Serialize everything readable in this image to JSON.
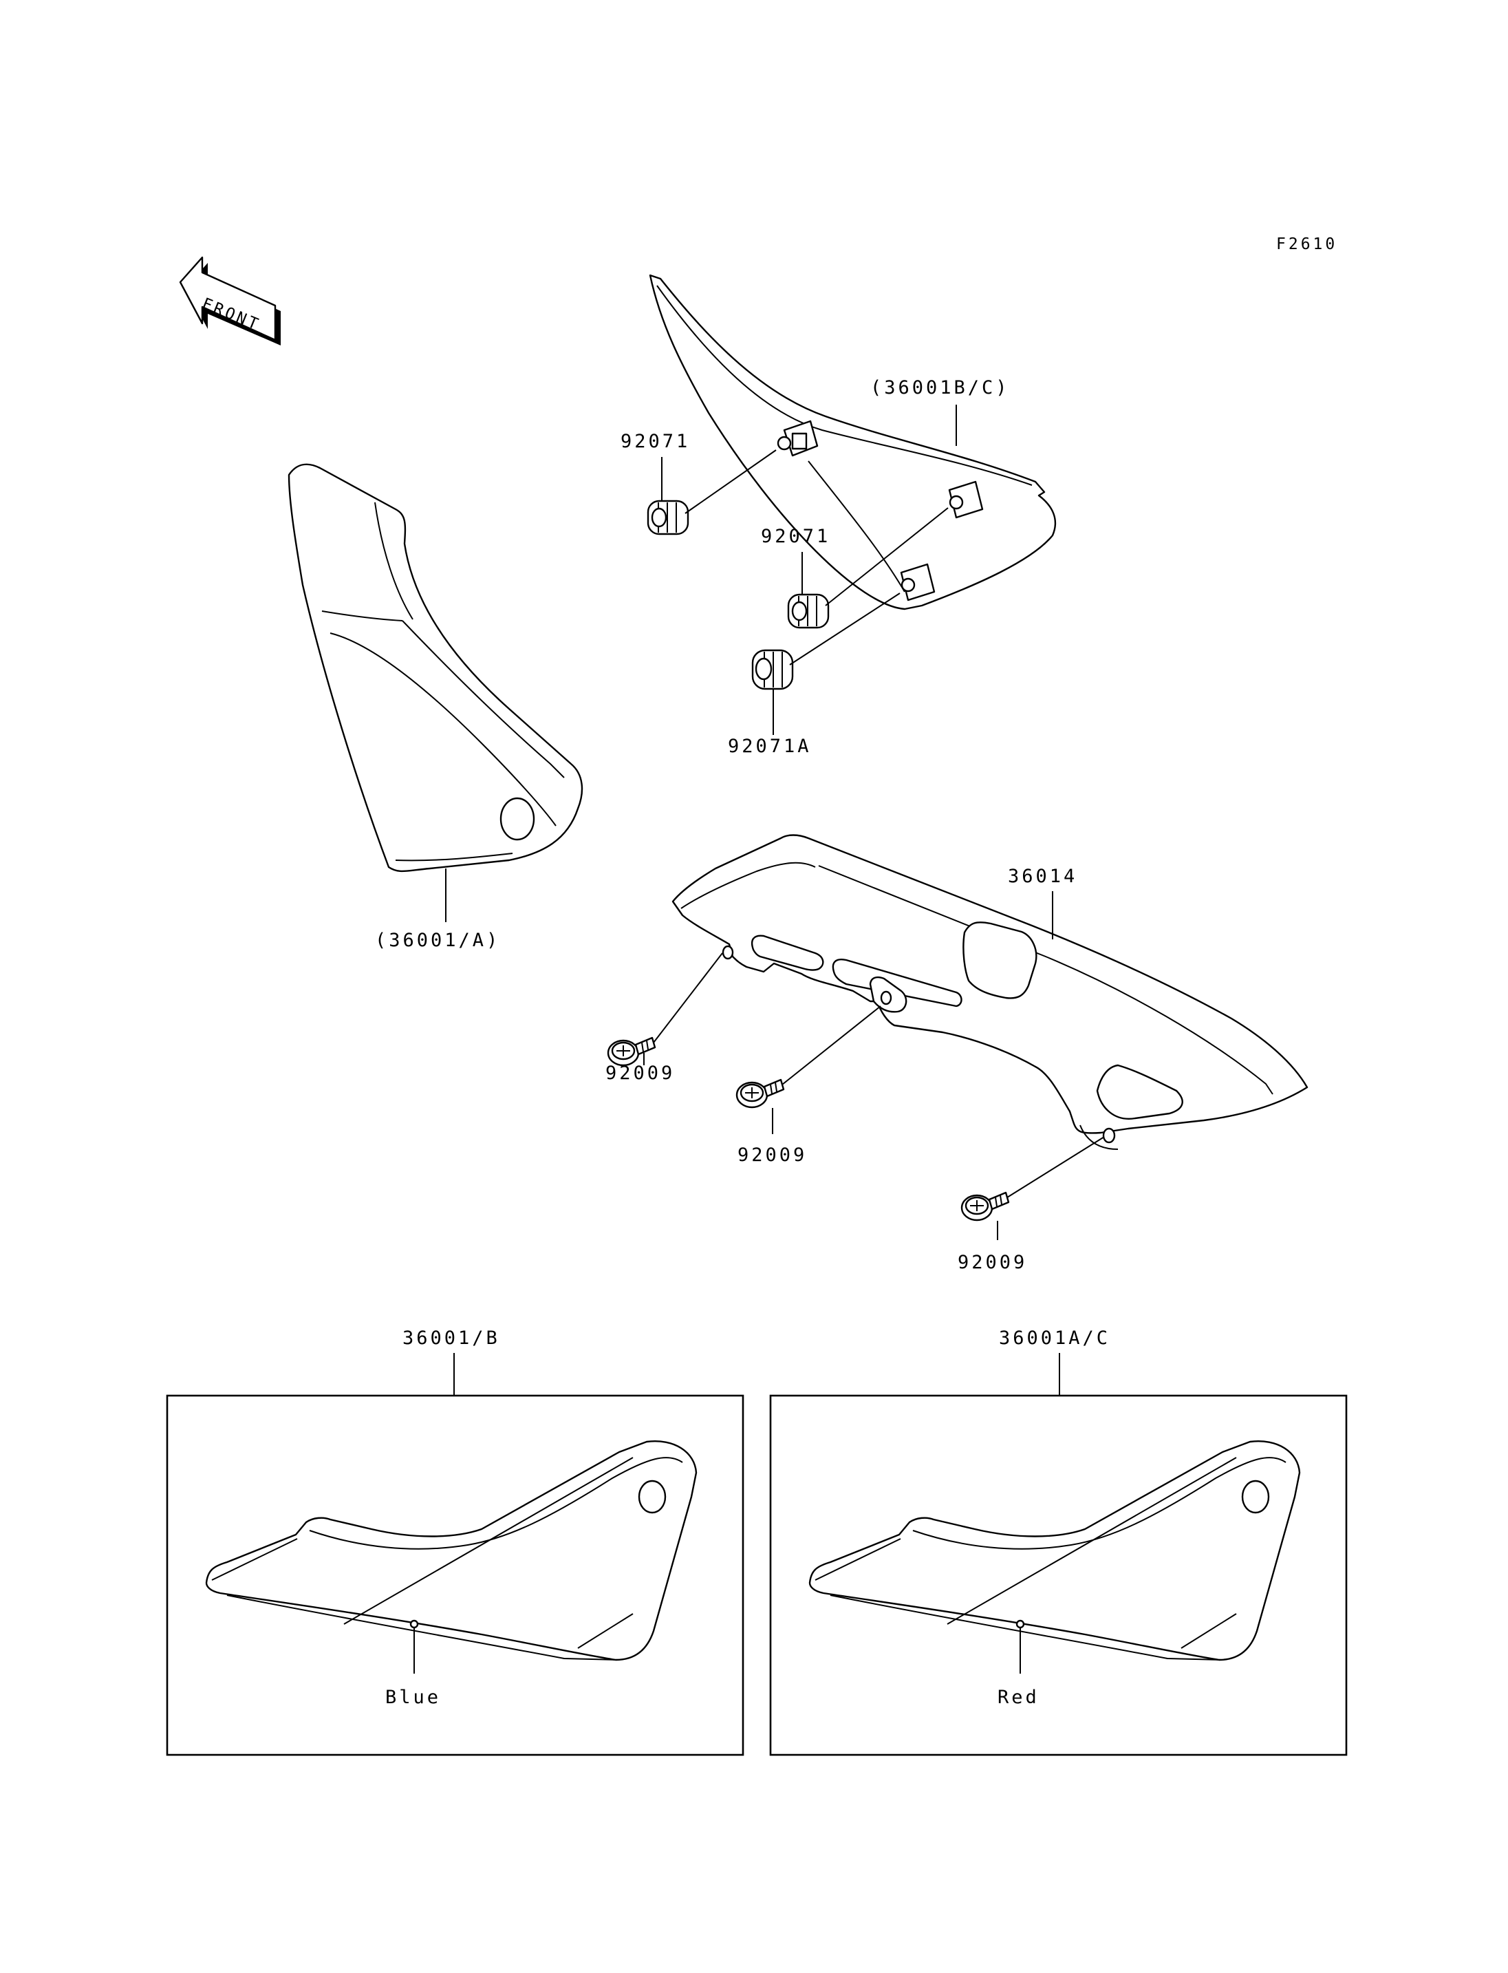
{
  "figure_code": "F2610",
  "front_arrow_text": "FRONT",
  "labels": {
    "cover_bc": "(36001B/C)",
    "grommet_upper": "92071",
    "grommet_middle": "92071",
    "grommet_a": "92071A",
    "cover_a": "(36001/A)",
    "chain_guard": "36014",
    "screw_left": "92009",
    "screw_middle": "92009",
    "screw_right": "92009",
    "box_left_part": "36001/B",
    "box_right_part": "36001A/C",
    "box_left_color": "Blue",
    "box_right_color": "Red"
  }
}
